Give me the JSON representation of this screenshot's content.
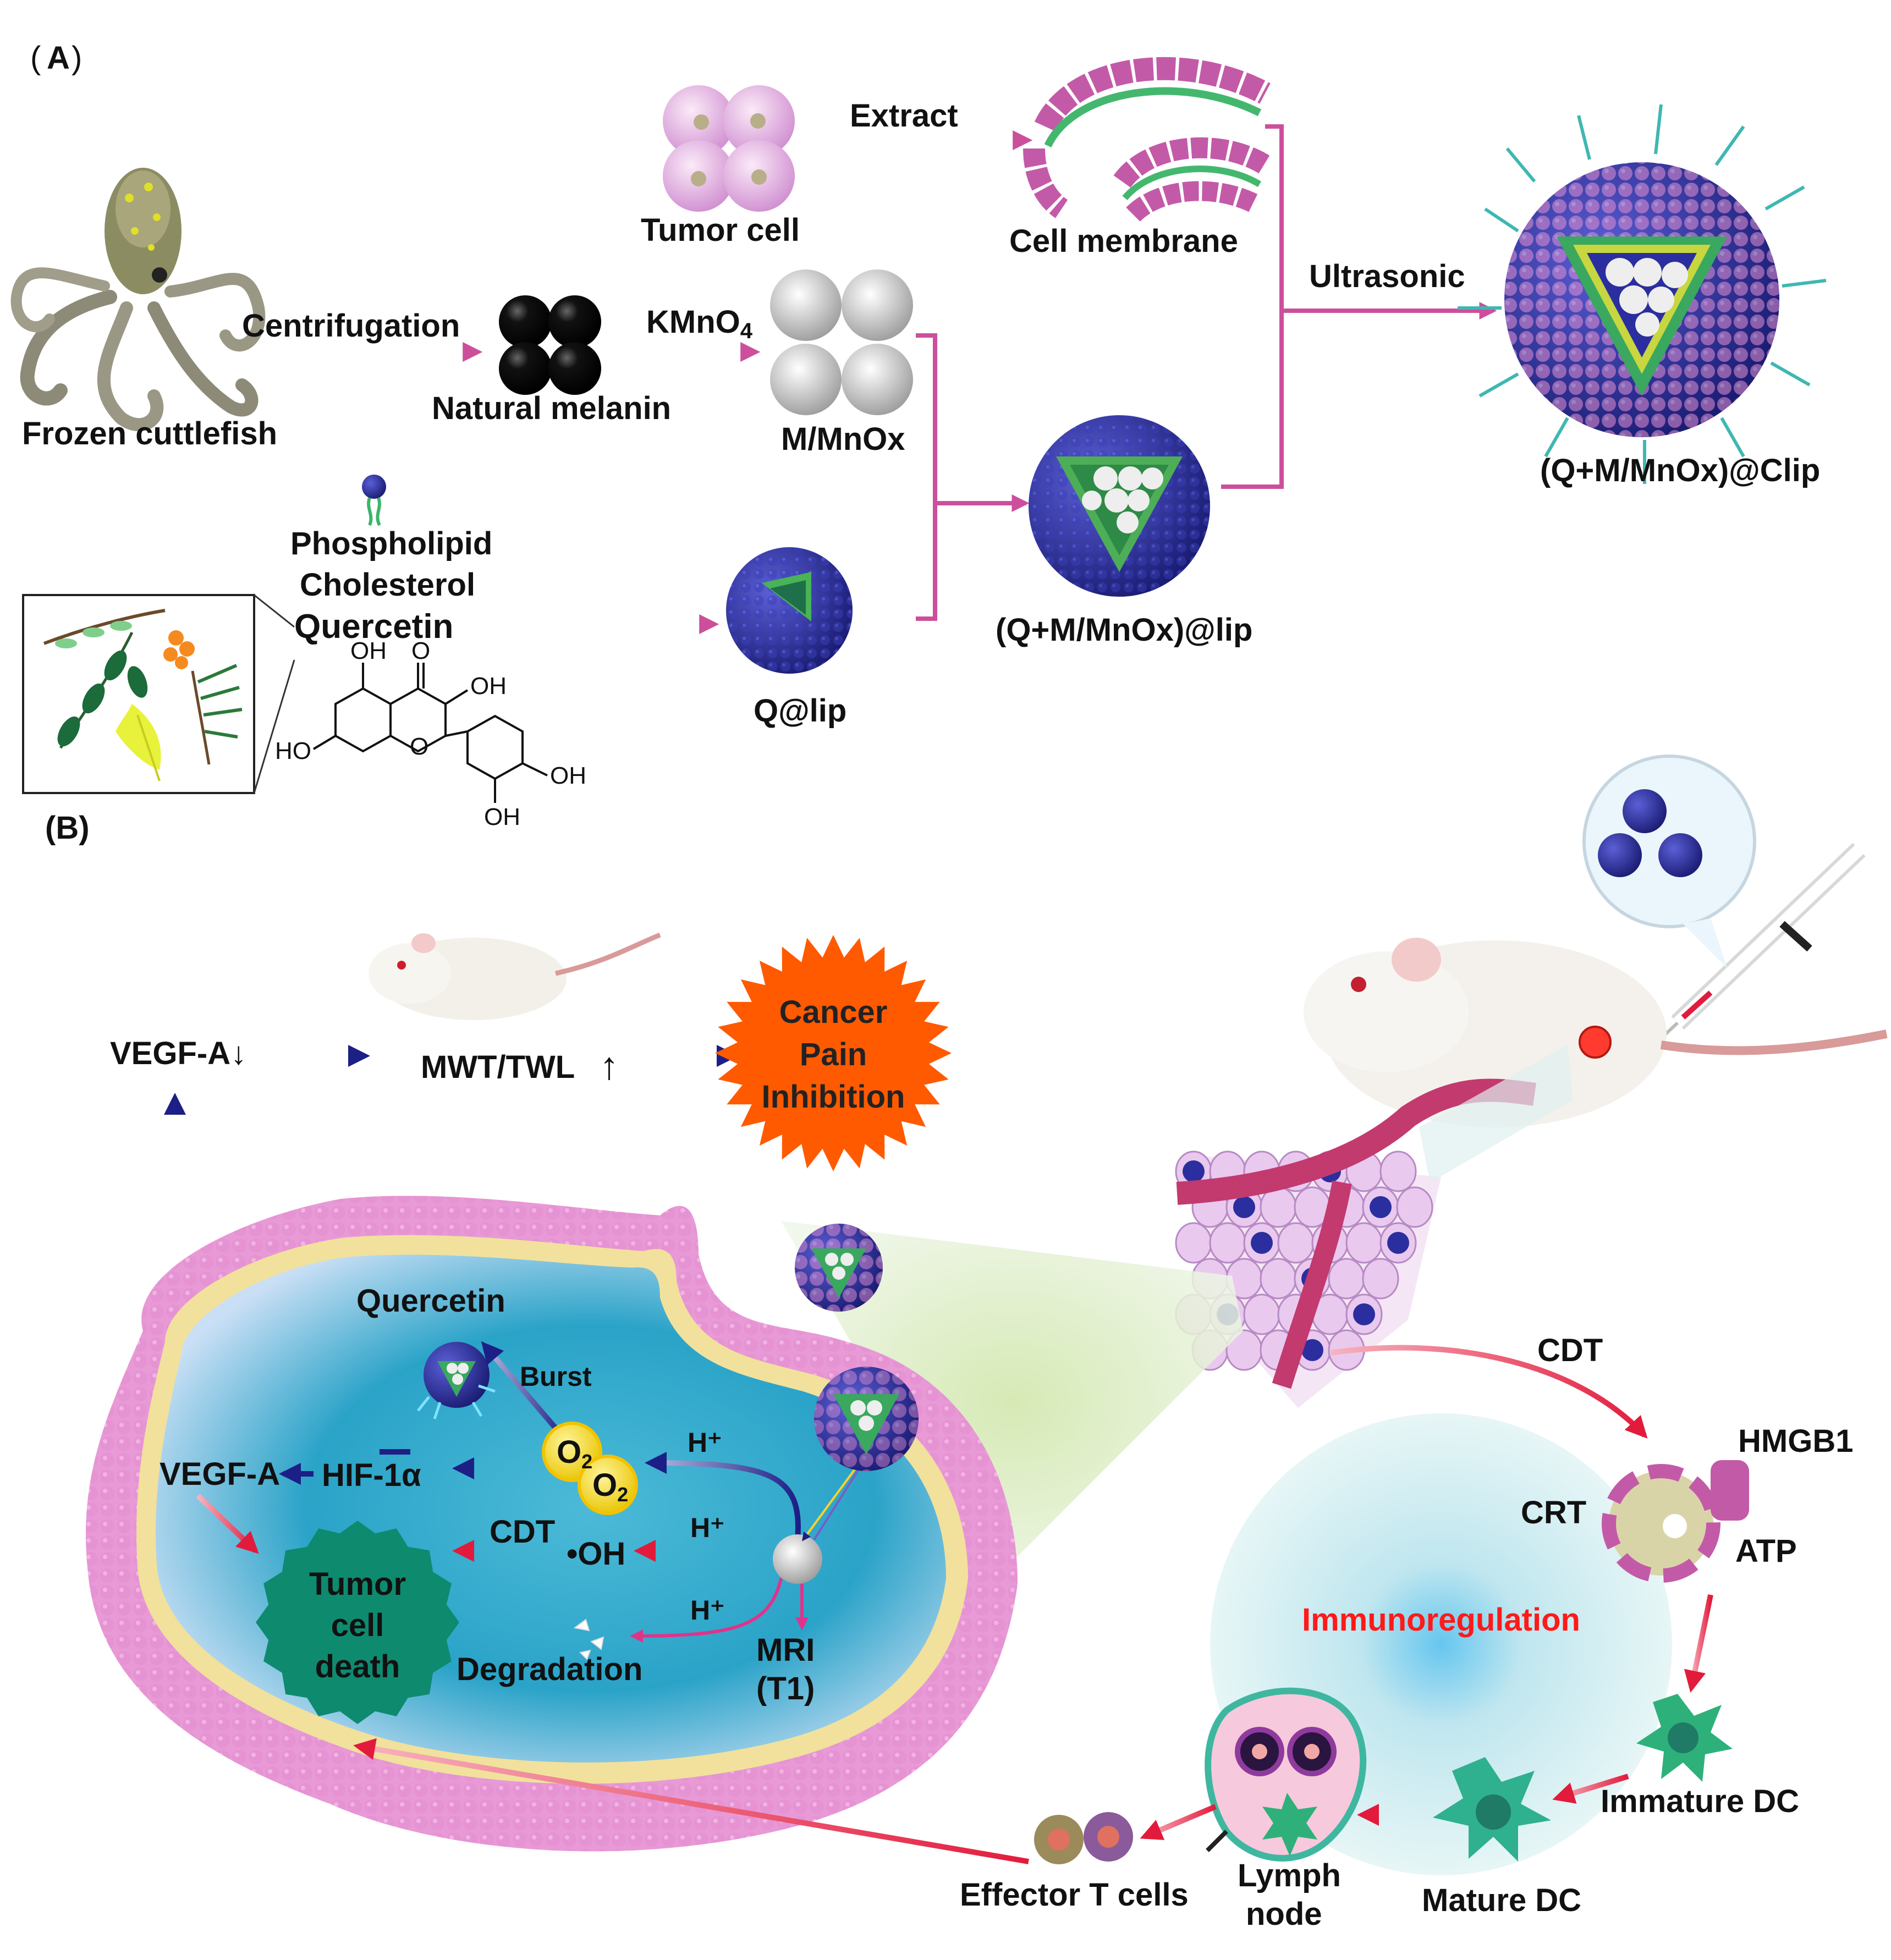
{
  "panel_a": {
    "label_paren_open": "(",
    "label_letter": "A",
    "label_paren_close": ")",
    "frozen_cuttlefish": "Frozen cuttlefish",
    "centrifugation": "Centrifugation",
    "natural_melanin": "Natural melanin",
    "kmno4": "KMnO",
    "kmno4_sub": "4",
    "m_mnox": "M/MnOx",
    "tumor_cell": "Tumor cell",
    "extract": "Extract",
    "cell_membrane": "Cell membrane",
    "ultrasonic": "Ultrasonic",
    "final_product": "(Q+M/MnOx)@Clip",
    "phospholipid": "Phospholipid",
    "cholesterol": "Cholesterol",
    "quercetin": "Quercetin",
    "q_lip": "Q@lip",
    "qm_lip": "(Q+M/MnOx)@lip",
    "chem_oh_top": "OH",
    "chem_o_top": "O",
    "chem_oh_right": "OH",
    "chem_ho_left": "HO",
    "chem_o_ring": "O",
    "chem_oh_far": "OH",
    "chem_oh_bottom": "OH"
  },
  "panel_b": {
    "label": "(B)",
    "vegf_a_down": "VEGF-A↓",
    "mwt_twl": "MWT/TWL",
    "up_arrow": "↑",
    "cancer_pain": [
      "Cancer",
      "Pain",
      "Inhibition"
    ],
    "quercetin": "Quercetin",
    "burst": "Burst",
    "vegf_a": "VEGF-A",
    "hif": "HIF-1α",
    "o2": "O",
    "o2_sub": "2",
    "h_plus_1": "H⁺",
    "h_plus_2": "H⁺",
    "h_plus_3": "H⁺",
    "cdt_inner": "CDT",
    "oh_radical": "•OH",
    "tumor_death": [
      "Tumor",
      "cell",
      "death"
    ],
    "degradation": "Degradation",
    "mri": [
      "MRI",
      "(T1)"
    ],
    "cdt_outer": "CDT",
    "hmgb1": "HMGB1",
    "crt": "CRT",
    "atp": "ATP",
    "immunoregulation": "Immunoregulation",
    "immature_dc": "Immature DC",
    "mature_dc": "Mature DC",
    "lymph_node": [
      "Lymph",
      "node"
    ],
    "effector_t": "Effector T cells"
  },
  "colors": {
    "process_arrow": "#cc4f9c",
    "pathway_arrow": "#1c1f85",
    "inhibit_arrow": "#e21b3c",
    "starburst": "#ff5a00",
    "tumor_death": "#0e8a6f",
    "membrane": "#e58ed0",
    "cytoplasm": "#3fb1cf",
    "nanoparticle": "#2b2e9e",
    "immuno_text": "#ff1a1a"
  }
}
